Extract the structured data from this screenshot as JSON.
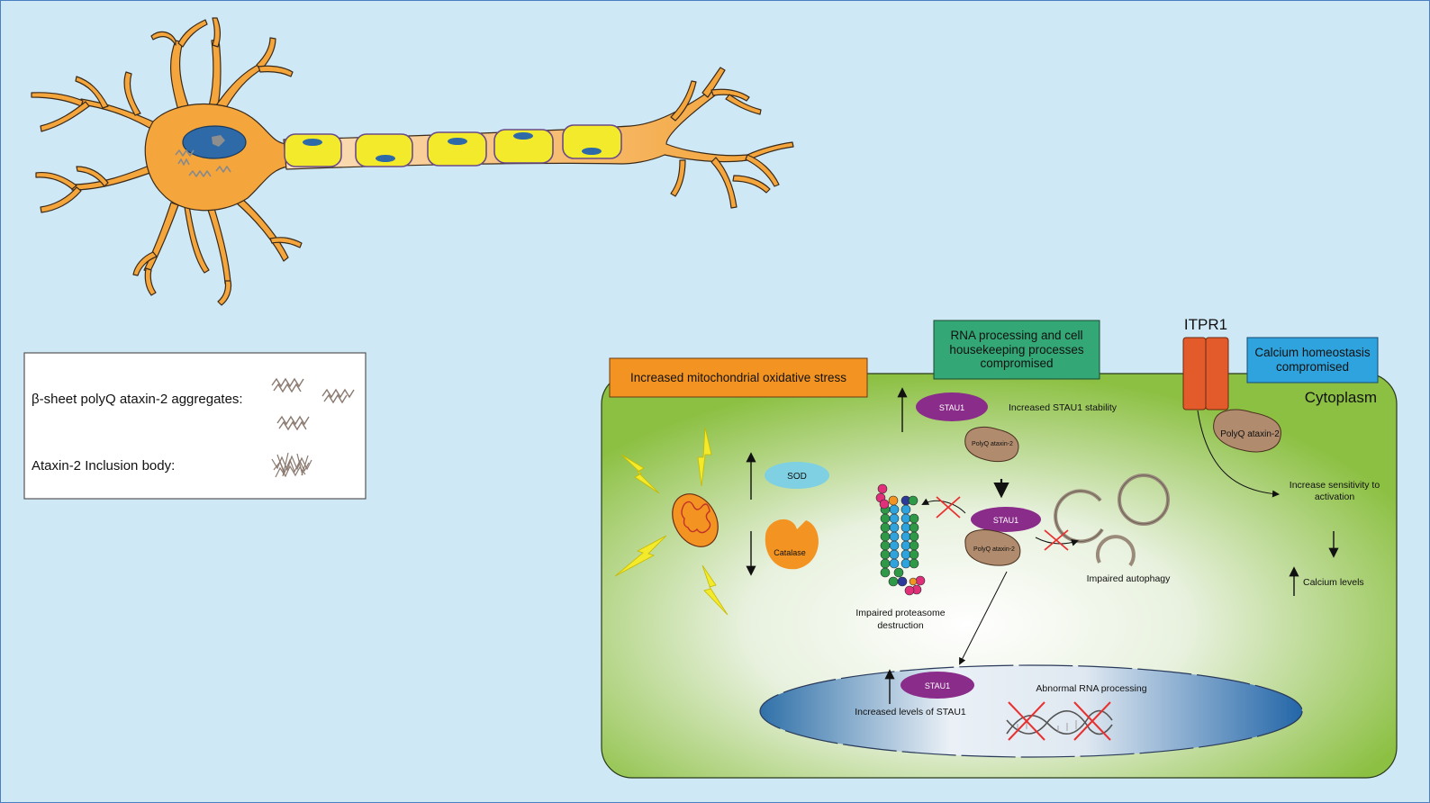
{
  "legend": {
    "aggregates_label": "β-sheet polyQ ataxin-2  aggregates:",
    "inclusion_label": "Ataxin-2 Inclusion body:"
  },
  "boxes": {
    "oxidative": "Increased mitochondrial oxidative stress",
    "rna": "RNA processing and cell housekeeping processes compromised",
    "calcium": "Calcium homeostasis compromised"
  },
  "labels": {
    "itpr1": "ITPR1",
    "cytoplasm": "Cytoplasm",
    "stau1": "STAU1",
    "polyq": "PolyQ ataxin-2",
    "stau1_stability": "Increased STAU1 stability",
    "sod": "SOD",
    "catalase": "Catalase",
    "proteasome_1": "Impaired proteasome",
    "proteasome_2": "destruction",
    "autophagy": "Impaired autophagy",
    "sensitivity_1": "Increase sensitivity to",
    "sensitivity_2": "activation",
    "calcium_levels": "Calcium levels",
    "stau1_levels": "Increased levels of STAU1",
    "abnormal_rna": "Abnormal RNA  processing"
  },
  "colors": {
    "background": "#cfe8f5",
    "neuron": "#f4a53c",
    "myelin": "#f2ea2b",
    "cell": "#8cc043",
    "oxidative_box": "#f39321",
    "rna_box": "#33a775",
    "calcium_box": "#2ea3dd",
    "stau1": "#8a2c89",
    "polyq": "#b08b6d",
    "itpr1": "#e35b2a",
    "sod": "#7fd0e2",
    "catalase": "#f39321"
  }
}
